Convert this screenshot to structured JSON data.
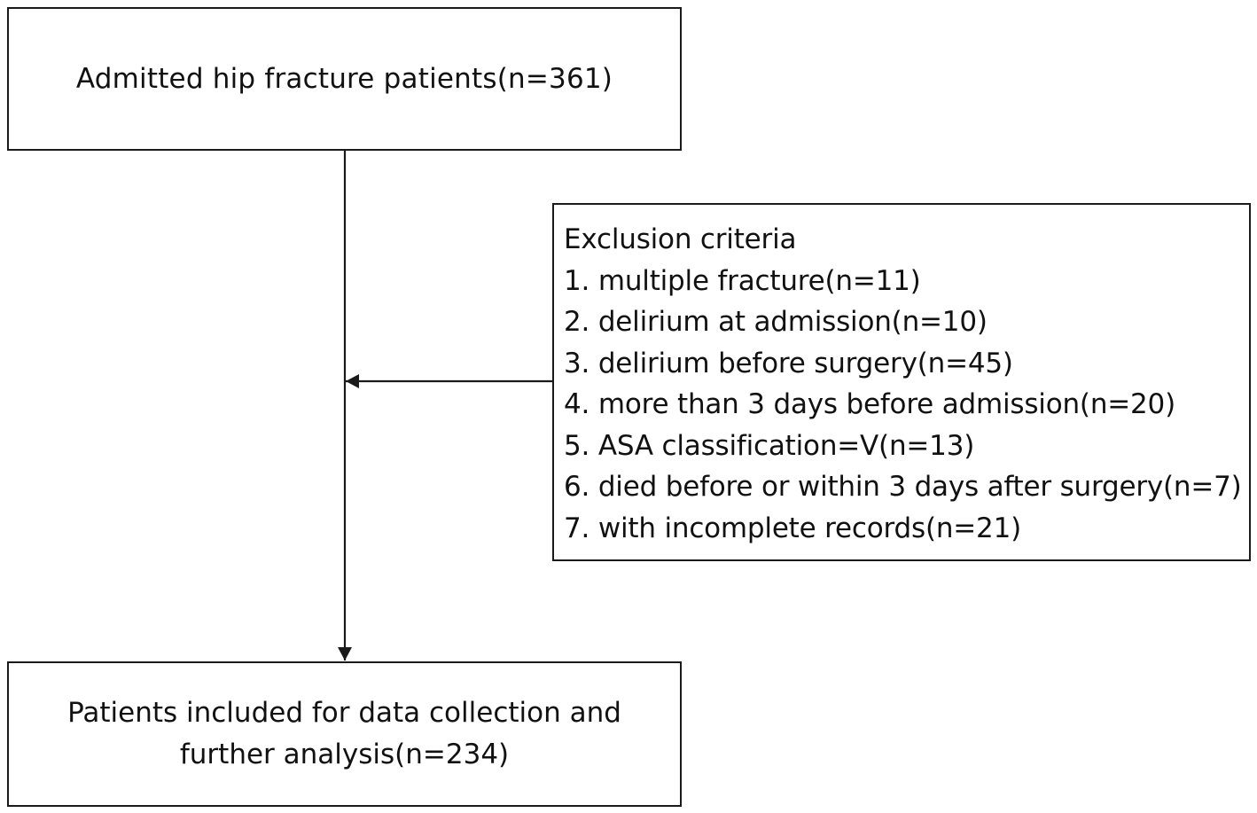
{
  "nodes": {
    "admitted": "Admitted hip fracture patients(n=361)",
    "exclusion": {
      "title": "Exclusion criteria",
      "items": [
        "1. multiple fracture(n=11)",
        "2. delirium at admission(n=10)",
        "3. delirium before surgery(n=45)",
        "4. more than 3 days before admission(n=20)",
        "5. ASA classification=V(n=13)",
        "6. died before or within 3 days after surgery(n=7)",
        "7. with incomplete records(n=21)"
      ]
    },
    "included": "Patients included for data collection and further analysis(n=234)"
  },
  "colors": {
    "stroke": "#1a1a1a",
    "text": "#111111",
    "background": "#ffffff"
  }
}
